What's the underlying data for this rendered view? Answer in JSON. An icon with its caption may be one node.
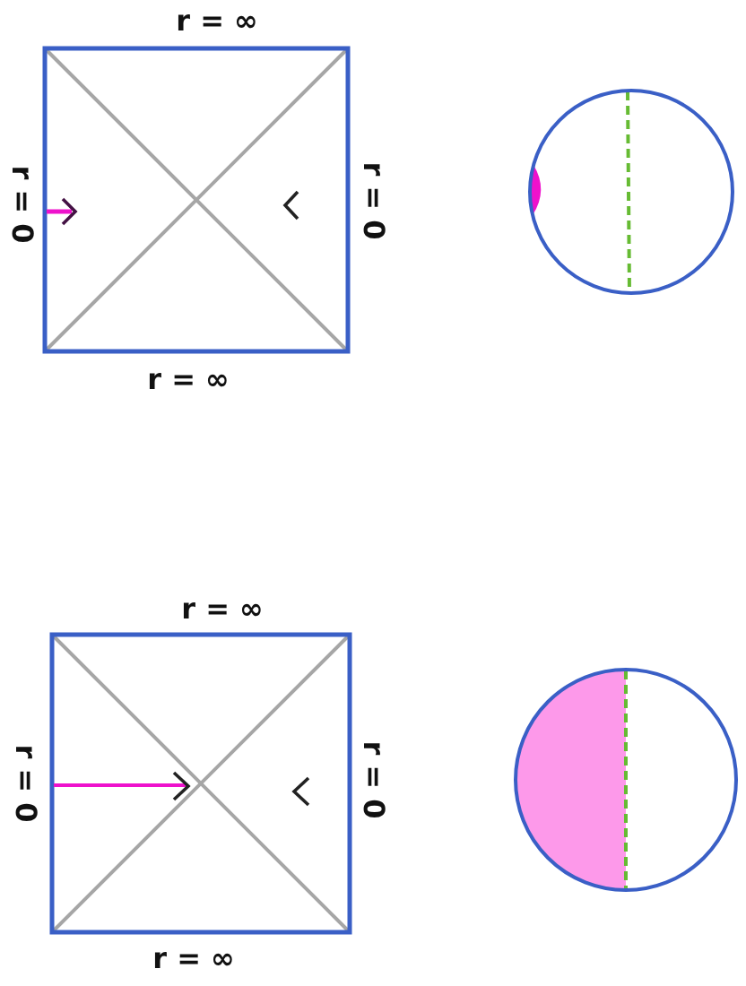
{
  "diagram": {
    "labels": [
      "r = ∞",
      "r = 0",
      "r = 0",
      "r = ∞",
      "r = ∞",
      "r = 0",
      "r = 0",
      "r = ∞"
    ]
  }
}
